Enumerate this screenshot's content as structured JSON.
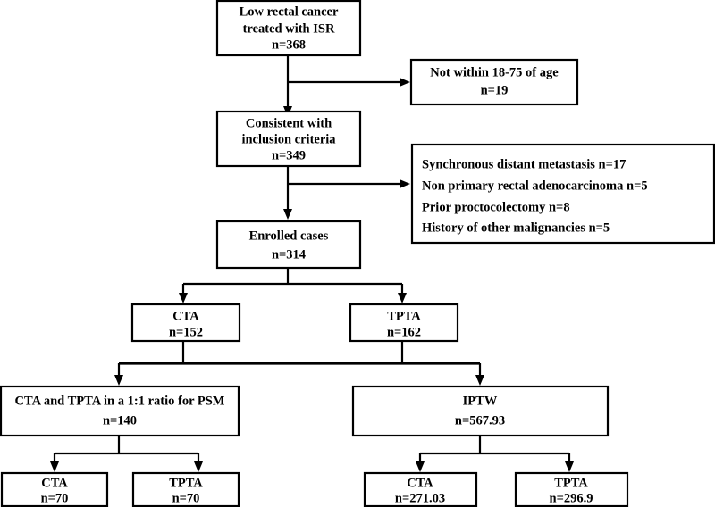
{
  "figure": {
    "type": "flowchart",
    "orientation": "top-down",
    "background_color": "#ffffff",
    "line_color": "#000000",
    "text_color": "#000000"
  },
  "nodes": {
    "source": {
      "id": "source-population",
      "lines": [
        "Low rectal cancer",
        "treated with ISR",
        "n=368"
      ],
      "line1": "Low rectal cancer",
      "line2": "treated with ISR",
      "line3": "n=368",
      "count": "368"
    },
    "excluded_age": {
      "id": "excluded-age",
      "line1": "Not within 18-75 of age",
      "line2": "n=19",
      "count": "19"
    },
    "inclusion": {
      "id": "inclusion-criteria",
      "line1": "Consistent with",
      "line2": "inclusion criteria",
      "line3": "n=349",
      "count": "349"
    },
    "excluded_other": {
      "id": "excluded-other-reasons",
      "line1": "Synchronous distant metastasis n=17",
      "line2": "Non primary rectal adenocarcinoma n=5",
      "line3": "Prior proctocolectomy n=8",
      "line4": "History of other malignancies n=5"
    },
    "enrolled": {
      "id": "enrolled-cases",
      "line1": "Enrolled cases",
      "line2": "n=314",
      "count": "314"
    },
    "cta_group": {
      "id": "cta-group",
      "line1": "CTA",
      "line2": "n=152",
      "count": "152"
    },
    "tpta_group": {
      "id": "tpta-group",
      "line1": "TPTA",
      "line2": "n=162",
      "count": "162"
    },
    "psm": {
      "id": "psm-matched",
      "line1": "CTA and TPTA in a 1:1 ratio for PSM",
      "line2": "n=140",
      "count": "140"
    },
    "iptw": {
      "id": "iptw-weighted",
      "line1": "IPTW",
      "line2": "n=567.93",
      "count": "567.93"
    },
    "psm_cta": {
      "id": "psm-cta",
      "line1": "CTA",
      "line2": "n=70",
      "count": "70"
    },
    "psm_tpta": {
      "id": "psm-tpta",
      "line1": "TPTA",
      "line2": "n=70",
      "count": "70"
    },
    "iptw_cta": {
      "id": "iptw-cta",
      "line1": "CTA",
      "line2": "n=271.03",
      "count": "271.03"
    },
    "iptw_tpta": {
      "id": "iptw-tpta",
      "line1": "TPTA",
      "line2": "n=296.9",
      "count": "296.9"
    }
  },
  "flow_data": {
    "total_screened": 368,
    "excluded_age_range": 19,
    "eligible_by_criteria": 349,
    "excluded_reasons": [
      {
        "reason": "Synchronous distant metastasis",
        "n": 17
      },
      {
        "reason": "Non primary rectal adenocarcinoma",
        "n": 5
      },
      {
        "reason": "Prior proctocolectomy",
        "n": 8
      },
      {
        "reason": "History of other malignancies",
        "n": 5
      }
    ],
    "enrolled": 314,
    "arms": [
      {
        "name": "CTA",
        "n": 152
      },
      {
        "name": "TPTA",
        "n": 162
      }
    ],
    "psm": {
      "label": "CTA and TPTA in a 1:1 ratio for PSM",
      "n": 140,
      "arms": [
        {
          "name": "CTA",
          "n": 70
        },
        {
          "name": "TPTA",
          "n": 70
        }
      ]
    },
    "iptw": {
      "label": "IPTW",
      "n": 567.93,
      "arms": [
        {
          "name": "CTA",
          "n": 271.03
        },
        {
          "name": "TPTA",
          "n": 296.9
        }
      ]
    }
  }
}
